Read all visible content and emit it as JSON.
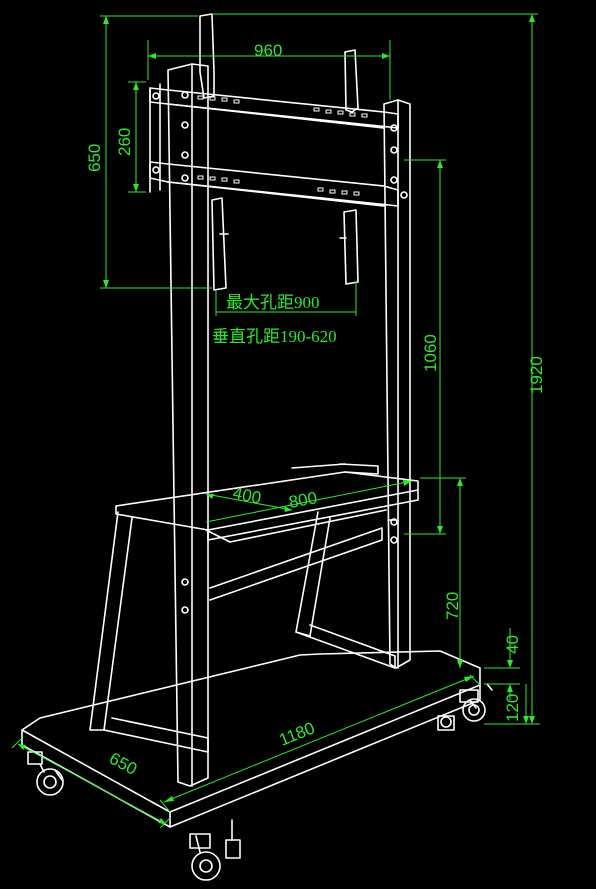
{
  "dimensions": {
    "mount_width": "960",
    "plate_height": "260",
    "mount_height": "650",
    "max_hole_spacing": "最大孔距900",
    "vertical_hole_spacing": "垂直孔距190-620",
    "shelf_upper_height": "1060",
    "total_height": "1920",
    "shelf_depth": "400",
    "shelf_width": "800",
    "shelf_height": "720",
    "base_thickness": "40",
    "caster_height": "120",
    "base_width": "1180",
    "base_depth": "650"
  },
  "colors": {
    "background": "#000000",
    "structure": "#ffffff",
    "dimension": "#2ee82e"
  }
}
